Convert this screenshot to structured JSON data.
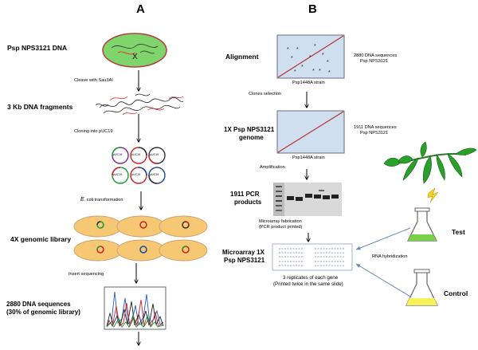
{
  "panels": {
    "a": "A",
    "b": "B"
  },
  "left": {
    "dna_title": "Psp NPS3121 DNA",
    "cleave": "Cleave with Sau3AI",
    "fragments_title": "3 Kb DNA fragments",
    "cloning": "Cloning into pUC19",
    "plasmid_label": "pUC19",
    "ecoli_prefix": "E",
    "ecoli_rest": ". coli transformation",
    "library_title": "4X genomic library",
    "insert_seq": "Insert sequencing",
    "seq_title_1": "2880 DNA sequences",
    "seq_title_2": "(30% of genomic library)"
  },
  "right": {
    "alignment_title": "Alignment",
    "align_note_1": "2880 DNA sequences",
    "align_note_2": "Psp NPS3121",
    "strain_1": "Psp1448A strain",
    "clones_selection": "Clones selection",
    "genome_title_1": "1X Psp NPS3121",
    "genome_title_2": "genome",
    "genome_note_1": "1911 DNA sequences",
    "genome_note_2": "Psp NPS3121",
    "strain_2": "Psp1448A strain",
    "amplification": "Amplification",
    "pcr_title_1": "1911 PCR",
    "pcr_title_2": "products",
    "fab_1": "Microarray fabrication",
    "fab_2": "(PCR product printed)",
    "microarray_title_1": "Microarray 1X",
    "microarray_title_2": "Psp NPS3121",
    "replicates_1": "3 replicates of each gene",
    "replicates_2": "(Printed twice in the same slide)",
    "rna_hyb": "RNA hybridization",
    "test": "Test",
    "control": "Control"
  },
  "colors": {
    "cell_fill": "#f7c873",
    "cell_edge": "#c9a070",
    "box_fill": "#cfdff0",
    "box_edge": "#556070",
    "diag_line": "#b83030",
    "blue_arrow": "#6a8abf",
    "flask_green": "#7bd04b",
    "flask_yellow": "#f7f25a",
    "bacterium_fill": "#7fd46c",
    "bacterium_edge": "#b04040"
  }
}
